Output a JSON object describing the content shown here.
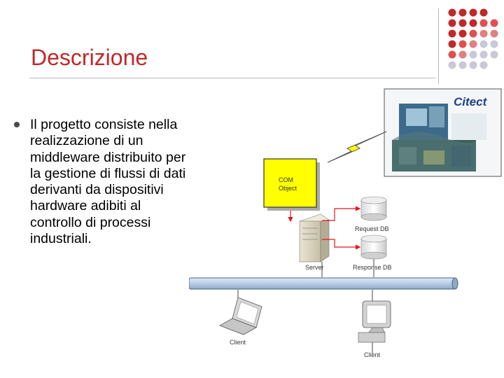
{
  "slide": {
    "title": "Descrizione",
    "bullet_text": "Il progetto consiste nella realizzazione di un middleware distribuito per la gestione di flussi di dati derivanti da dispositivi hardware adibiti al controllo di processi industriali."
  },
  "diagram": {
    "com_object_line1": "COM",
    "com_object_line2": "Object",
    "citect_logo": "Citect",
    "server_label": "Server",
    "request_db_label": "Request DB",
    "response_db_label": "Response DB",
    "client_left_label": "Client",
    "client_right_label": "Client"
  },
  "colors": {
    "title": "#c0282a",
    "com_object_fill": "#ffff00",
    "network_bar": "#b8cde6",
    "arrow": "#e8141b",
    "lightning": "#ffff00"
  }
}
